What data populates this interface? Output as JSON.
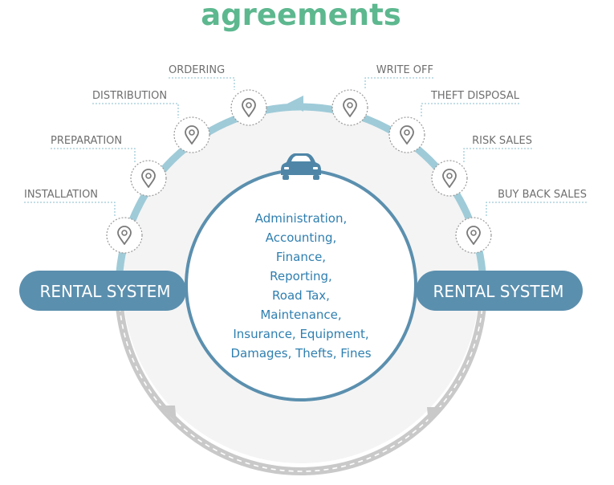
{
  "title": "agreements",
  "left_label": "RENTAL SYSTEM",
  "right_label": "RENTAL SYSTEM",
  "center_lines": [
    "Administration,",
    "Accounting,",
    "Finance,",
    "Reporting,",
    "Road Tax,",
    "Maintenance,",
    "Insurance, Equipment,",
    "Damages, Thefts, Fines"
  ],
  "left_stages": [
    "INSTALLATION",
    "PREPARATION",
    "DISTRIBUTION",
    "ORDERING"
  ],
  "right_stages": [
    "WRITE OFF",
    "THEFT DISPOSAL",
    "RISK SALES",
    "BUY BACK SALES"
  ],
  "icons": {
    "stage_marker": "location-pin-icon",
    "center_top": "car-icon",
    "flow_arrow": "arrowhead-icon"
  },
  "colors": {
    "title_green": "#5db88f",
    "ring_blue": "#9fcbd8",
    "ring_gray": "#c9c9c9",
    "pill_blue": "#5b8fae",
    "center_text": "#2f7fb0",
    "label_gray": "#6f6f6f",
    "inner_border": "#5b8fae",
    "outer_fill": "#f4f4f4"
  }
}
